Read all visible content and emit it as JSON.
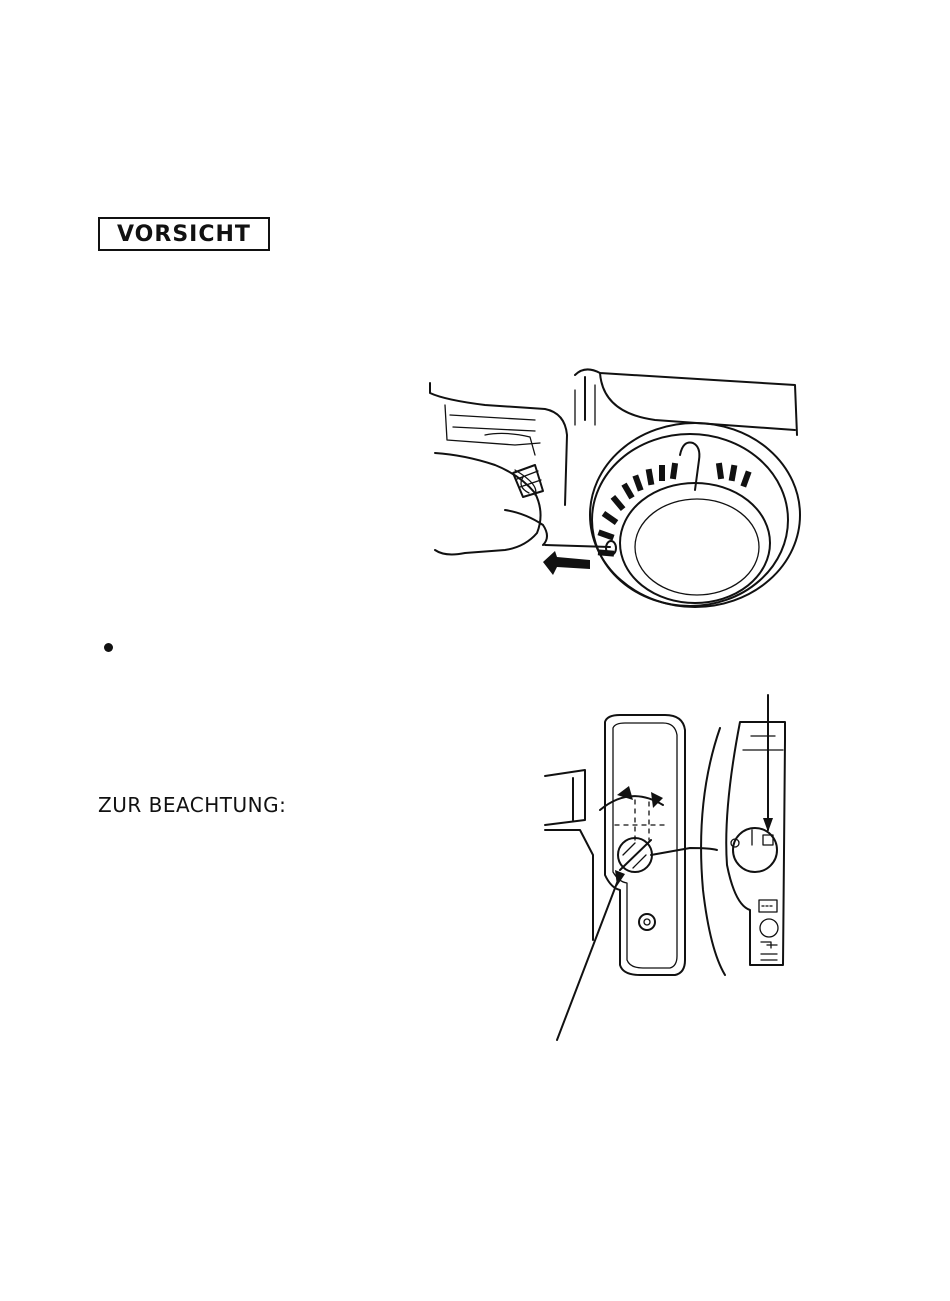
{
  "labels": {
    "caution": "VORSICHT",
    "note": "ZUR BEACHTUNG:"
  },
  "illustrations": {
    "recoil_starter": "recoil-starter-illustration",
    "fuel_valve": "fuel-valve-illustration"
  },
  "colors": {
    "ink": "#111111",
    "paper": "#ffffff"
  }
}
